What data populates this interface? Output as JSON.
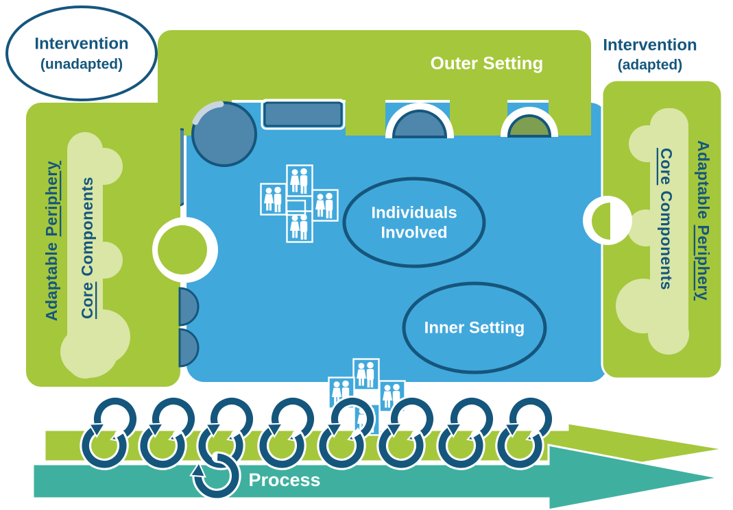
{
  "title": "Implementation framework puzzle diagram",
  "colors": {
    "green": "#a5c73c",
    "light_green": "#d9e6a6",
    "blue": "#41a8db",
    "steel_blue": "#4f87ac",
    "navy": "#15567d",
    "teal": "#3fb09f",
    "olive": "#7e9e51",
    "white": "#ffffff"
  },
  "labels": {
    "intervention_unadapted": {
      "line1": "Intervention",
      "line2": "(unadapted)"
    },
    "intervention_adapted": {
      "line1": "Intervention",
      "line2": "(adapted)"
    },
    "outer_setting": "Outer Setting",
    "individuals_involved": {
      "line1": "Individuals",
      "line2": "Involved"
    },
    "inner_setting": "Inner Setting",
    "process": "Process",
    "left_panel": {
      "adaptable": "Adaptable",
      "periphery": "Periphery",
      "core": "Core",
      "components": "Components"
    },
    "right_panel": {
      "adaptable": "Adaptable",
      "periphery": "Periphery",
      "core": "Core",
      "components": "Components"
    }
  },
  "icons": {
    "cycle_arrow_icon": "looping circular arrow (↻) repeated along process arrows",
    "people_group_icon": "two person silhouettes inside a square, clustered in groups of four"
  }
}
